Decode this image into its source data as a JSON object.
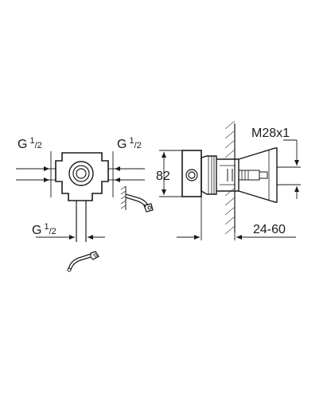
{
  "labels": {
    "thread_top_left": {
      "main": "G",
      "num": "1",
      "den": "2"
    },
    "thread_top_right": {
      "main": "G",
      "num": "1",
      "den": "2"
    },
    "thread_bottom": {
      "main": "G",
      "num": "1",
      "den": "2"
    },
    "height_dim": "82",
    "thread_size": "M28x1",
    "wall_range": "24-60"
  },
  "colors": {
    "line": "#1a1a1a",
    "hatch": "#555555",
    "body_fill": "#ffffff"
  },
  "icons": [
    "hand-shower-icon",
    "shower-arm-icon"
  ]
}
